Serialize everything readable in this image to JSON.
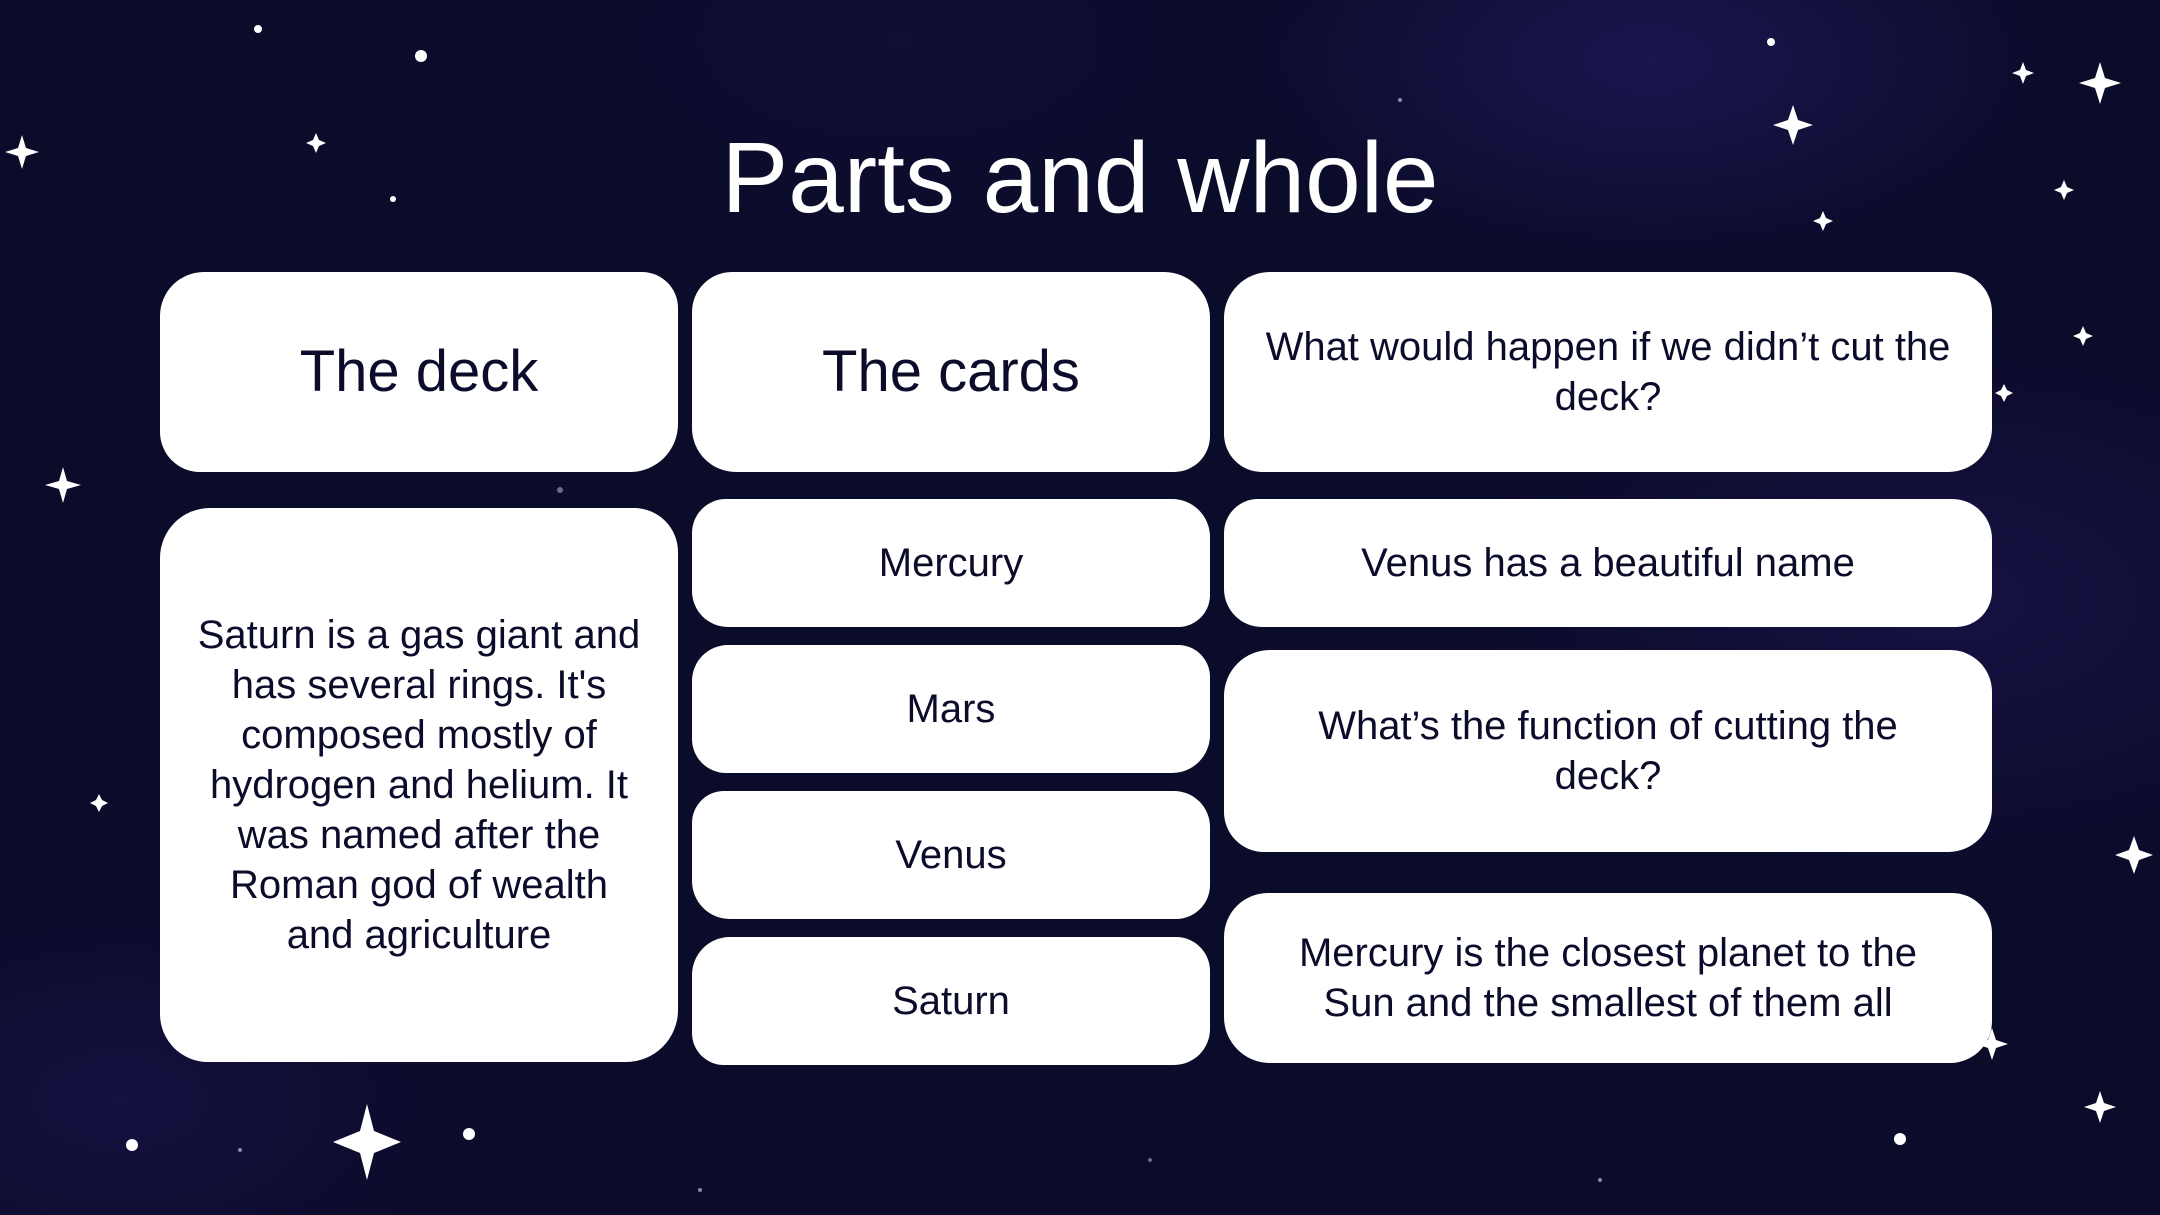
{
  "slide": {
    "title": "Parts and whole"
  },
  "headers": {
    "deck": "The deck",
    "cards": "The cards",
    "question_1": "What would happen if we didn’t cut the deck?"
  },
  "deck_description": "Saturn is a gas giant and has several rings. It's composed mostly of hydrogen and helium. It was named after the Roman god of wealth and agriculture",
  "cards": [
    "Mercury",
    "Mars",
    "Venus",
    "Saturn"
  ],
  "notes": [
    "Venus has a beautiful name",
    "What’s the function of cutting the deck?",
    "Mercury is the closest planet to the Sun and the smallest of them all"
  ],
  "colors": {
    "background": "#0b0b2a",
    "card": "#ffffff",
    "text_dark": "#0b0b2a",
    "title": "#ffffff"
  }
}
